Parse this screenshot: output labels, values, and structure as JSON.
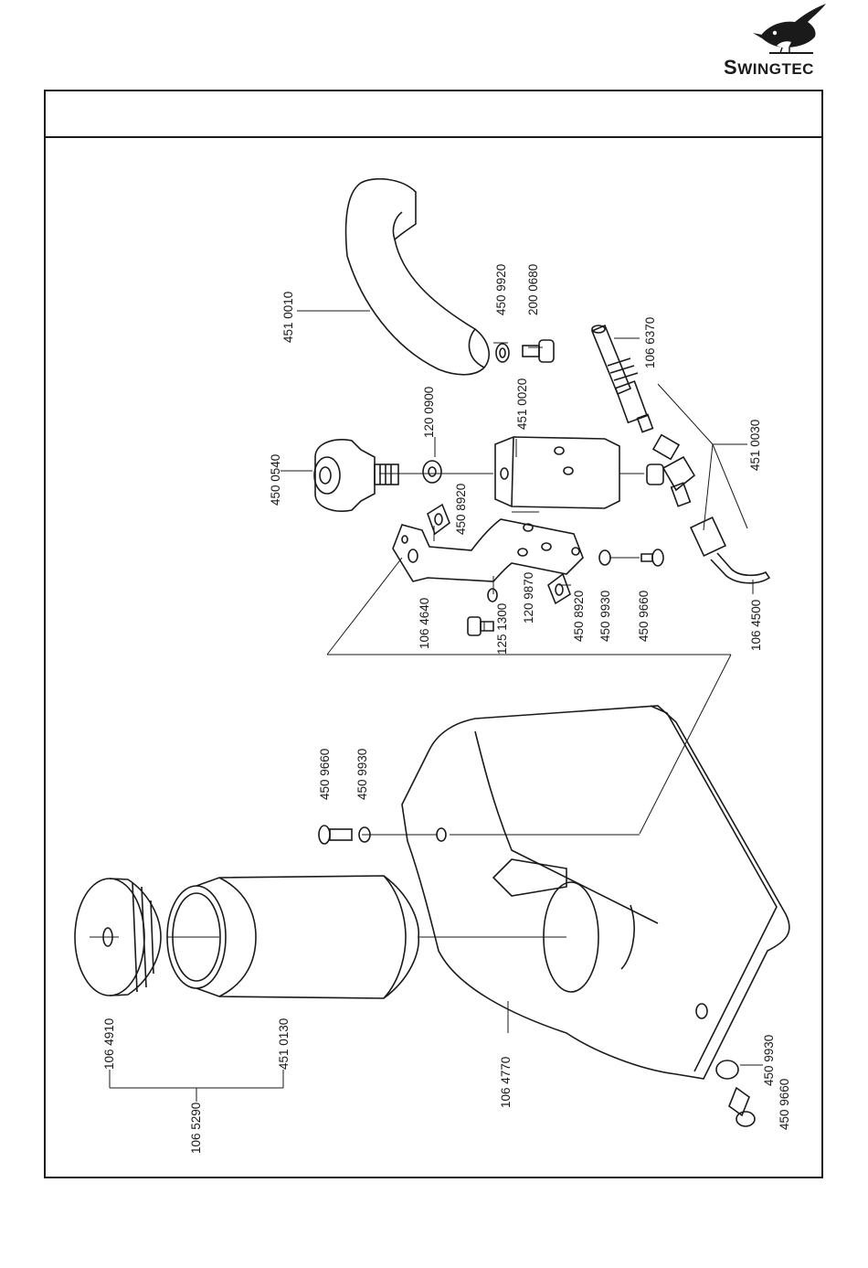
{
  "brand": {
    "name_initial": "S",
    "name_rest": "WINGTEC"
  },
  "parts": {
    "p4510010": "451 0010",
    "p4509920": "450 9920",
    "p2000680": "200 0680",
    "p1066370": "106 6370",
    "p4500540": "450 0540",
    "p1200900": "120 0900",
    "p4510020": "451 0020",
    "p4510030": "451 0030",
    "p4508920a": "450 8920",
    "p1064640": "106 4640",
    "p1209870": "120 9870",
    "p1251300": "125 1300",
    "p4508920b": "450 8920",
    "p4509930a": "450 9930",
    "p4509660a": "450 9660",
    "p1064500": "106 4500",
    "p4509660b": "450 9660",
    "p4509930b": "450 9930",
    "p1064910": "106 4910",
    "p4510130": "451 0130",
    "p1065290": "106 5290",
    "p1064770": "106 4770",
    "p4509930c": "450 9930",
    "p4509660c": "450 9660"
  }
}
